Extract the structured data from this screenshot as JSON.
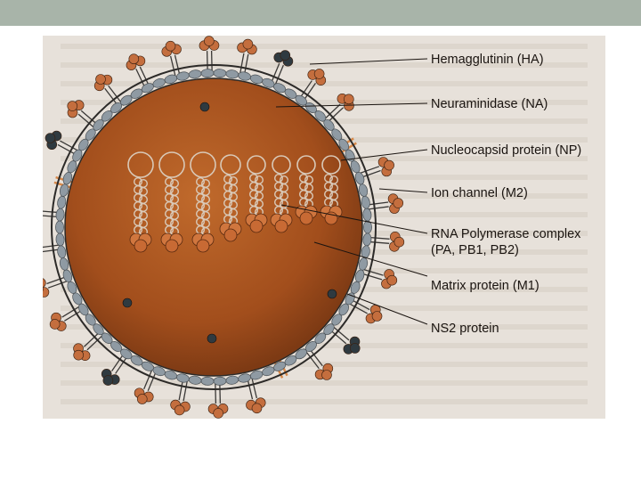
{
  "colors": {
    "top_bar": "#a8b4a9",
    "background": "#e7e1da",
    "virion_fill": "#a9541e",
    "envelope_bead": "#8f9aa3",
    "spike_head": "#c46e3e",
    "neuraminidase": "#2f3a40",
    "label_text": "#1a1410"
  },
  "diagram": {
    "labels": {
      "ha": "Hemagglutinin (HA)",
      "na": "Neuraminidase (NA)",
      "np": "Nucleocapsid protein (NP)",
      "m2": "Ion channel (M2)",
      "rnp_line1": "RNA Polymerase complex",
      "rnp_line2": "(PA, PB1, PB2)",
      "m1": "Matrix protein (M1)",
      "ns2": "NS2 protein"
    }
  }
}
